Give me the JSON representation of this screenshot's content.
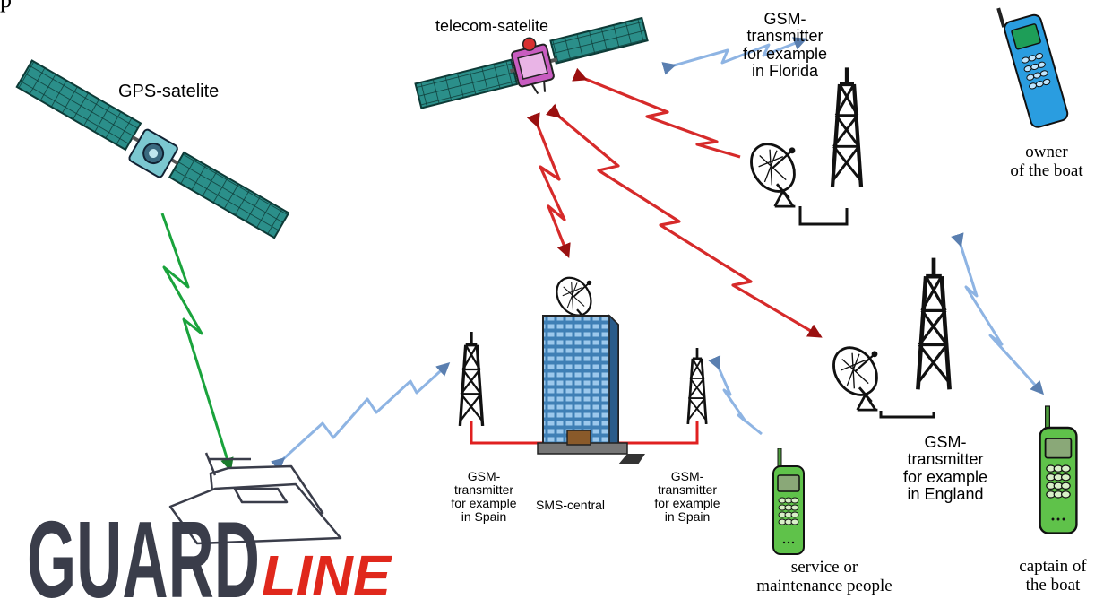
{
  "labels": {
    "partial_top": "p",
    "gps_satellite": "GPS-satelite",
    "telecom_satellite": "telecom-satelite",
    "gsm_florida": "GSM-\ntransmitter\nfor example\nin Florida",
    "owner": "owner\nof the boat",
    "gsm_spain_left": "GSM-\ntransmitter\nfor example\nin Spain",
    "sms_central": "SMS-central",
    "gsm_spain_right": "GSM-\ntransmitter\nfor example\nin Spain",
    "service_people": "service or\nmaintenance people",
    "gsm_england": "GSM-\ntransmitter\nfor example\nin England",
    "captain": "captain of\nthe boat"
  },
  "logo": {
    "part1": "GUARD",
    "part2": "LINE"
  },
  "colors": {
    "gps_link": "#1aa33c",
    "satellite_link": "#d62a2a",
    "gsm_link": "#8eb4e3",
    "wired_link": "#e02020",
    "logo_primary": "#3a3d4a",
    "logo_accent": "#e0281c",
    "tower": "#111111",
    "phone_green": "#5fc24a",
    "phone_blue": "#2a9de0"
  },
  "icons": [
    "satellite-icon",
    "satellite-dish-icon",
    "radio-tower-icon",
    "office-building-icon",
    "mobile-phone-icon",
    "boat-icon"
  ]
}
